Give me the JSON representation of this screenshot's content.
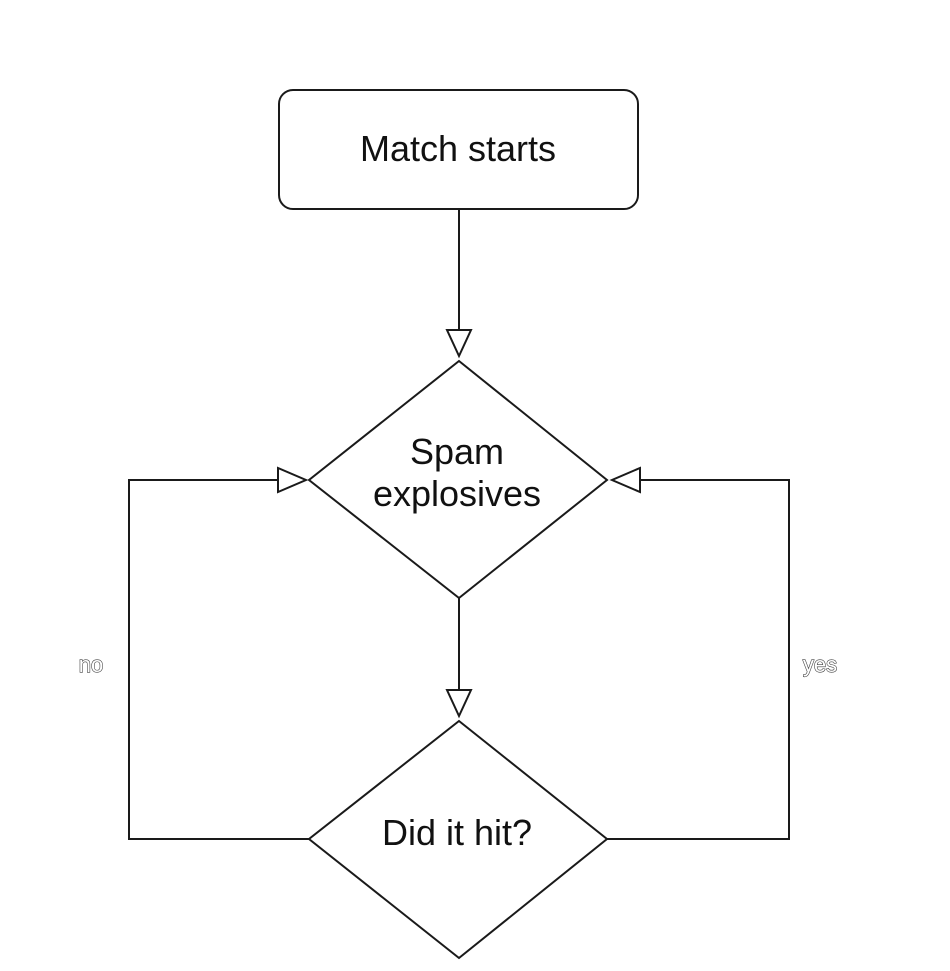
{
  "nodes": {
    "start": {
      "label": "Match starts"
    },
    "action": {
      "label_line1": "Spam",
      "label_line2": "explosives"
    },
    "decision": {
      "label": "Did it hit?"
    }
  },
  "edges": {
    "no_label": "no",
    "yes_label": "yes"
  },
  "colors": {
    "stroke": "#1a1a1a",
    "background": "#ffffff"
  }
}
